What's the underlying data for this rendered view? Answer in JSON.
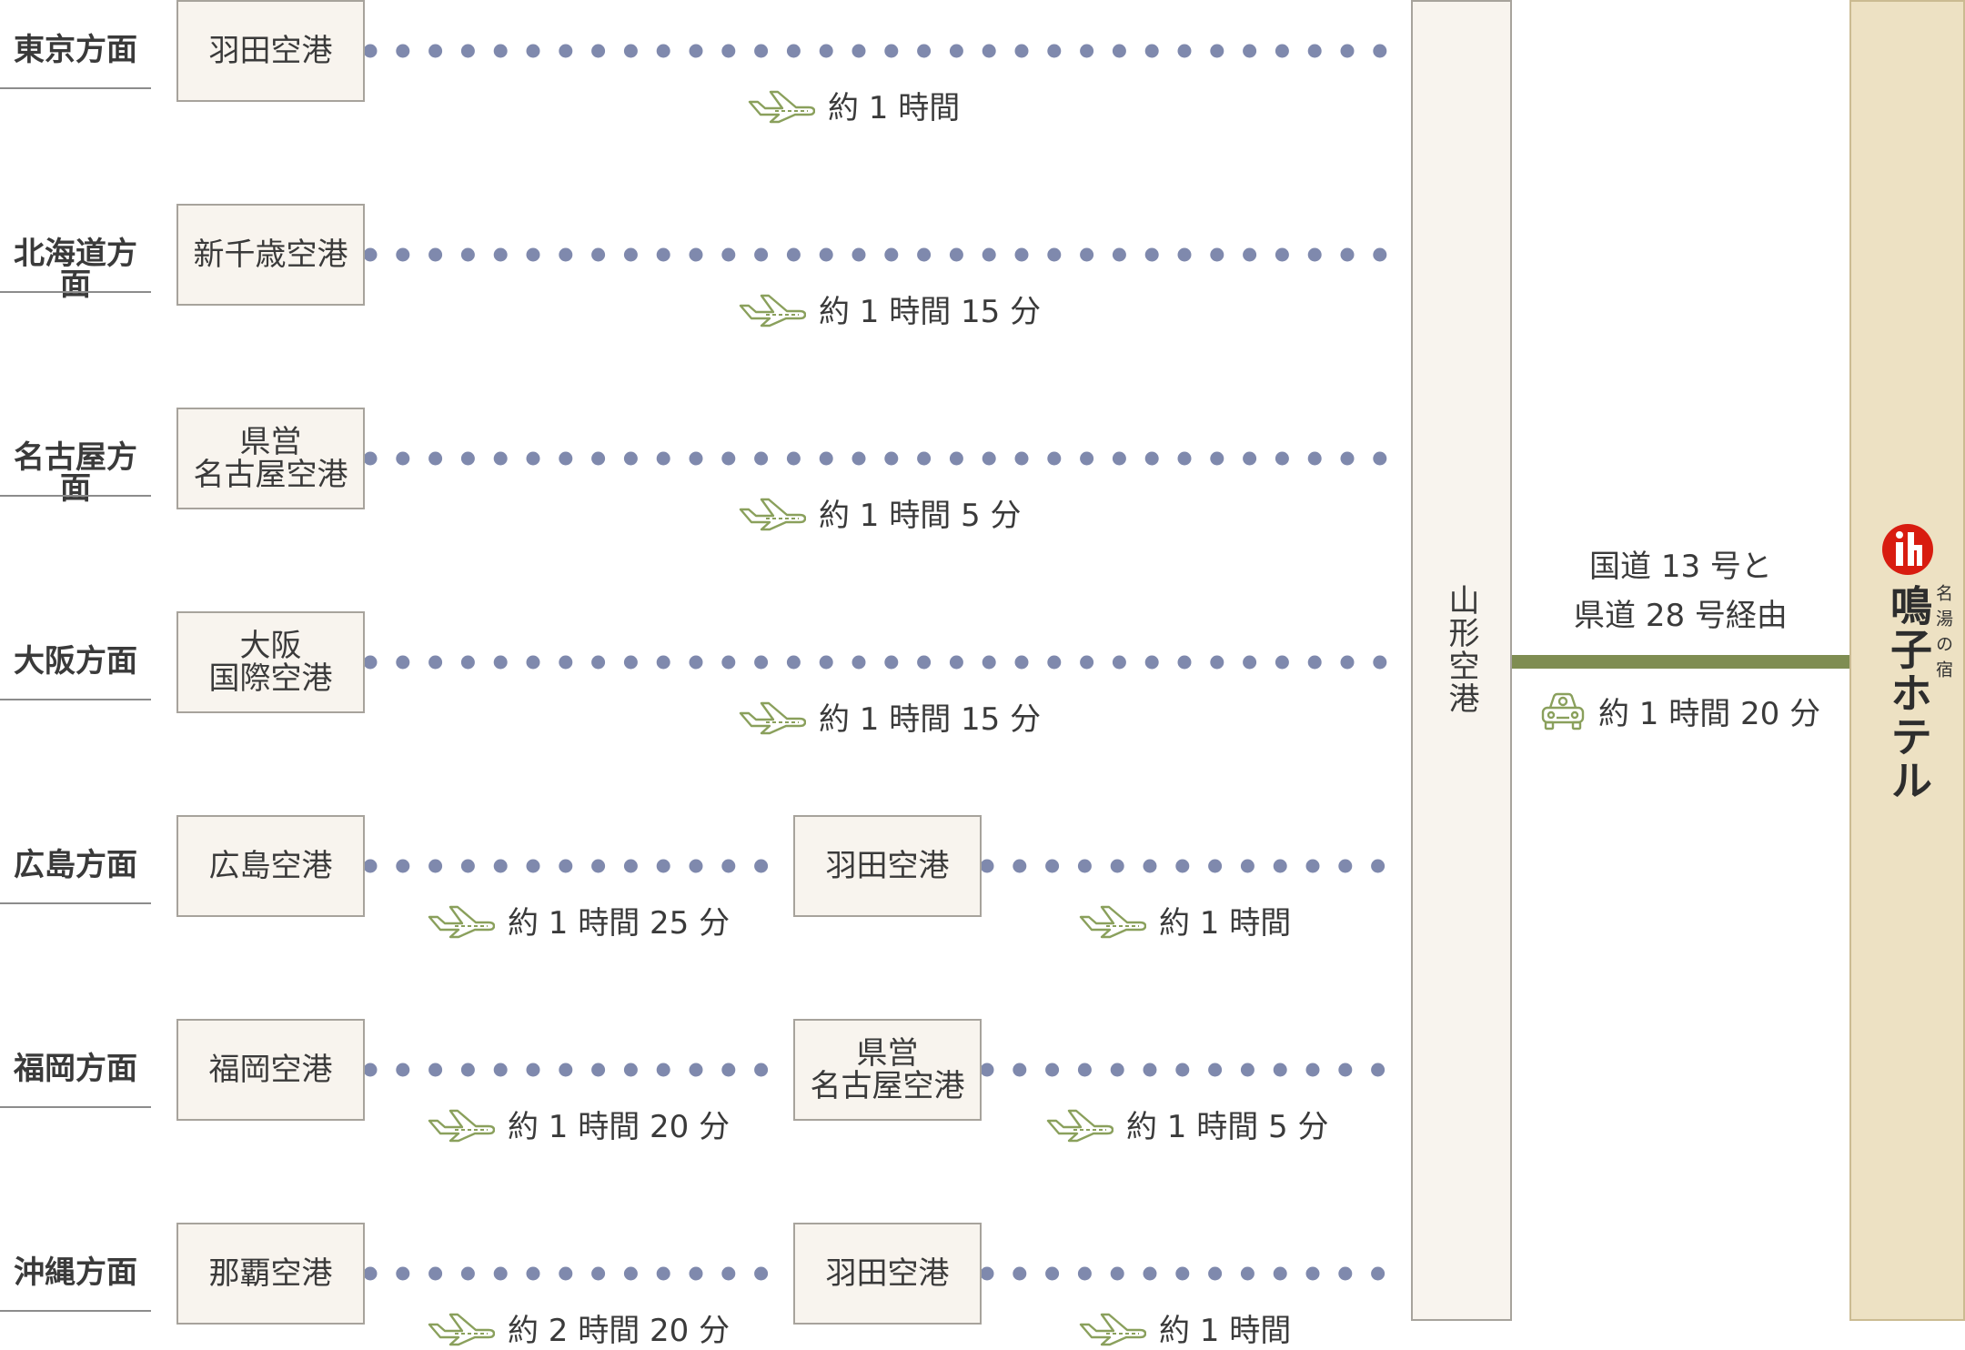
{
  "rows": [
    {
      "region": "東京方面",
      "origin": "羽田空港",
      "via": null,
      "times": [
        "約 1 時間"
      ]
    },
    {
      "region": "北海道方面",
      "origin": "新千歳空港",
      "via": null,
      "times": [
        "約 1 時間 15 分"
      ]
    },
    {
      "region": "名古屋方面",
      "origin": "県営\n名古屋空港",
      "via": null,
      "times": [
        "約 1 時間 5 分"
      ]
    },
    {
      "region": "大阪方面",
      "origin": "大阪\n国際空港",
      "via": null,
      "times": [
        "約 1 時間 15 分"
      ]
    },
    {
      "region": "広島方面",
      "origin": "広島空港",
      "via": "羽田空港",
      "times": [
        "約 1 時間 25 分",
        "約 1 時間"
      ]
    },
    {
      "region": "福岡方面",
      "origin": "福岡空港",
      "via": "県営\n名古屋空港",
      "times": [
        "約 1 時間 20 分",
        "約 1 時間 5 分"
      ]
    },
    {
      "region": "沖縄方面",
      "origin": "那覇空港",
      "via": "羽田空港",
      "times": [
        "約 2 時間 20 分",
        "約 1 時間"
      ]
    }
  ],
  "hub": {
    "label": "山形空港"
  },
  "road": {
    "route": "国道 13 号と\n県道 28 号経由",
    "time": "約 1 時間 20 分"
  },
  "hotel": {
    "subtitle": "名湯の宿",
    "name": "鳴子ホテル"
  },
  "icons": {
    "flight": "airplane-icon",
    "car": "car-icon",
    "logo": "hotel-logo-icon"
  },
  "colors": {
    "dot": "#7f89ad",
    "icon": "#8aa05c",
    "road": "#7f8d52",
    "box_bg": "#f8f4ee",
    "hotel_bg": "#ede1c3",
    "logo_red": "#d81c10"
  }
}
